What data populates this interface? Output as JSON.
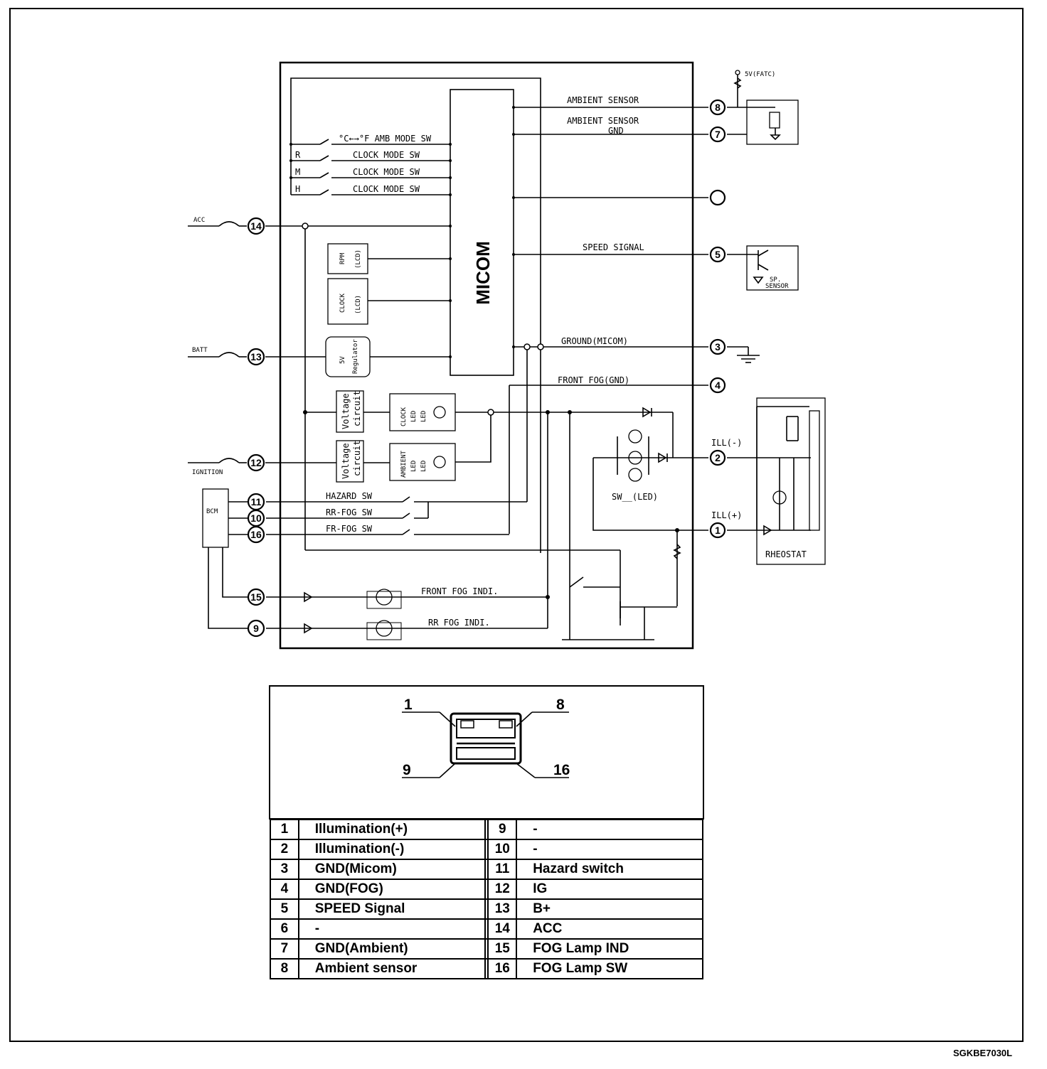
{
  "schematic": {
    "micom_label": "MICOM",
    "power_labels": {
      "acc": "ACC",
      "batt": "BATT",
      "ignition": "IGNITION",
      "fatc": "5V(FATC)"
    },
    "switch_labels": {
      "amb_mode": "°C←→°F AMB MODE SW",
      "clock_r": "CLOCK MODE SW",
      "clock_m": "CLOCK MODE SW",
      "clock_h": "CLOCK MODE SW",
      "clock_r_letter": "R",
      "clock_m_letter": "M",
      "clock_h_letter": "H",
      "hazard": "HAZARD SW",
      "rr_fog": "RR-FOG SW",
      "fr_fog": "FR-FOG SW"
    },
    "block_labels": {
      "rpm_a": "RPM",
      "rpm_b": "(LCD)",
      "clock_a": "CLOCK",
      "clock_b": "(LCD)",
      "reg_a": "5V",
      "reg_b": "Regulator",
      "voltage_a": "Voltage",
      "voltage_b": "circuit",
      "clock_led_a": "CLOCK",
      "clock_led_b": "LED",
      "clock_led_c": "LED",
      "amb_led_a": "AMBIENT",
      "amb_led_b": "LED",
      "amb_led_c": "LED",
      "bcm": "BCM",
      "sw_led": "SW__(LED)",
      "rheostat": "RHEOSTAT",
      "sp_sensor_a": "SP.",
      "sp_sensor_b": "SENSOR"
    },
    "signal_labels": {
      "ambient_sensor": "AMBIENT SENSOR",
      "ambient_sensor_gnd_a": "AMBIENT SENSOR",
      "ambient_sensor_gnd_b": "GND",
      "speed_signal": "SPEED SIGNAL",
      "ground_micom": "GROUND(MICOM)",
      "front_fog_gnd": "FRONT FOG(GND)",
      "ill_minus": "ILL(-)",
      "ill_plus": "ILL(+)",
      "front_fog_indi": "FRONT FOG INDI.",
      "rr_fog_indi": "RR FOG INDI."
    },
    "pins": {
      "p8": "8",
      "p7": "7",
      "p5": "5",
      "p3": "3",
      "p4": "4",
      "p2": "2",
      "p1": "1",
      "p14": "14",
      "p13": "13",
      "p12": "12",
      "p11": "11",
      "p10": "10",
      "p16": "16",
      "p15": "15",
      "p9": "9"
    }
  },
  "connector": {
    "corner_labels": {
      "top_left": "1",
      "top_right": "8",
      "bottom_left": "9",
      "bottom_right": "16"
    }
  },
  "pin_table": [
    {
      "left_num": "1",
      "left_desc": "Illumination(+)",
      "right_num": "9",
      "right_desc": "-"
    },
    {
      "left_num": "2",
      "left_desc": "Illumination(-)",
      "right_num": "10",
      "right_desc": "-"
    },
    {
      "left_num": "3",
      "left_desc": "GND(Micom)",
      "right_num": "11",
      "right_desc": "Hazard switch"
    },
    {
      "left_num": "4",
      "left_desc": "GND(FOG)",
      "right_num": "12",
      "right_desc": "IG"
    },
    {
      "left_num": "5",
      "left_desc": "SPEED Signal",
      "right_num": "13",
      "right_desc": "B+"
    },
    {
      "left_num": "6",
      "left_desc": "-",
      "right_num": "14",
      "right_desc": "ACC"
    },
    {
      "left_num": "7",
      "left_desc": "GND(Ambient)",
      "right_num": "15",
      "right_desc": "FOG Lamp IND"
    },
    {
      "left_num": "8",
      "left_desc": "Ambient sensor",
      "right_num": "16",
      "right_desc": "FOG Lamp SW"
    }
  ],
  "footer": {
    "code": "SGKBE7030L"
  }
}
